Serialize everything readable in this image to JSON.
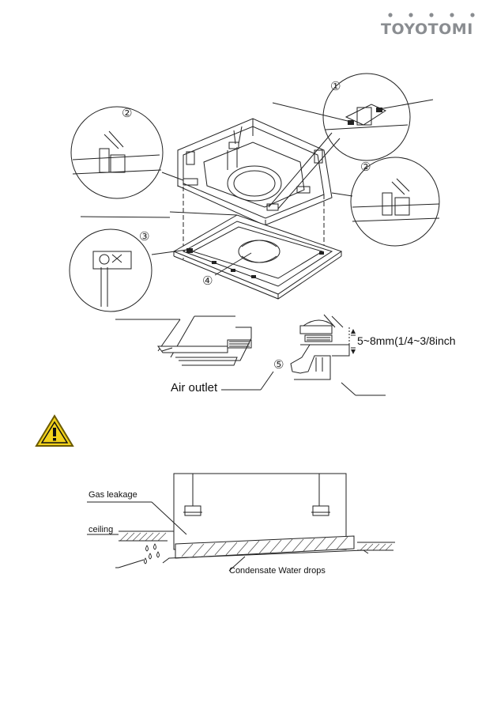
{
  "brand": {
    "logo_text": "TOYOTOMI"
  },
  "figure1": {
    "callouts": [
      "①",
      "②",
      "②",
      "③",
      "④",
      "⑤"
    ]
  },
  "figure2": {
    "air_outlet": "Air outlet",
    "gap_text": "5~8mm(1/4~3/8inch"
  },
  "warning": {
    "icon": "warning-triangle-icon"
  },
  "figure3": {
    "gas_leakage": "Gas leakage",
    "ceiling": "ceiling",
    "condensate": "Condensate Water drops"
  },
  "colors": {
    "logo": "#8a8d91",
    "warning_fill": "#f2d21b"
  }
}
